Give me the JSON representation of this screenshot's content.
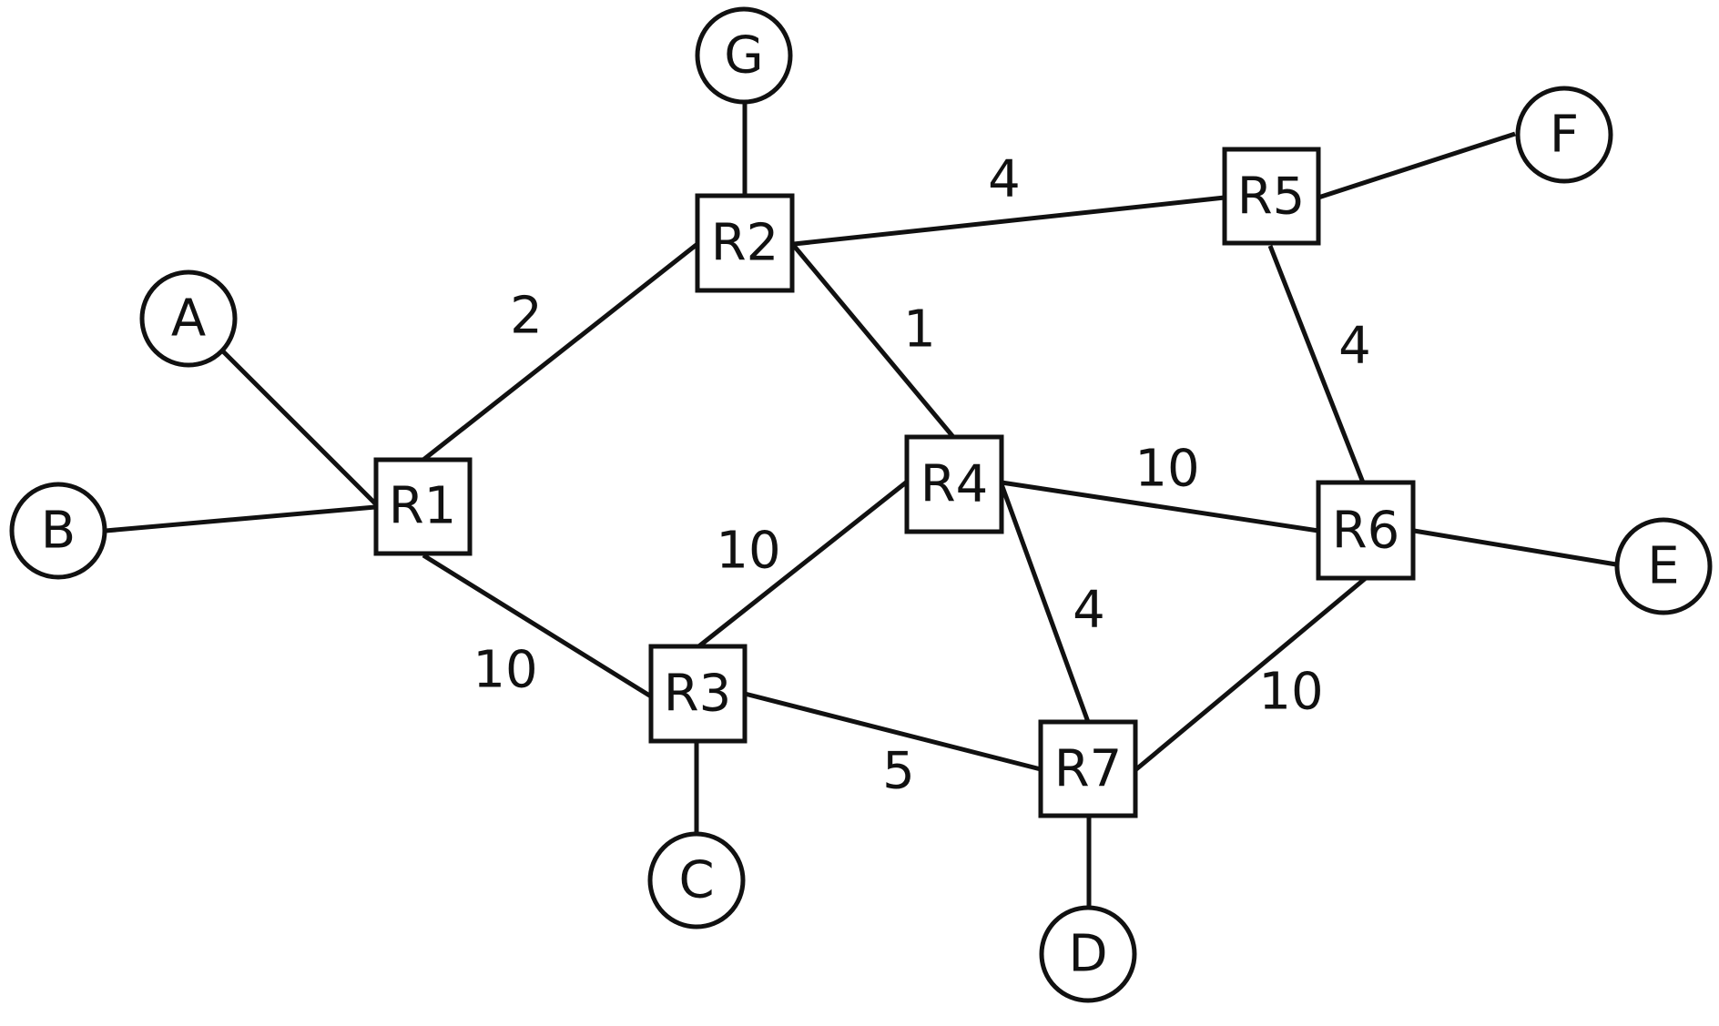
{
  "routers": [
    {
      "id": "R1",
      "label": "R1"
    },
    {
      "id": "R2",
      "label": "R2"
    },
    {
      "id": "R3",
      "label": "R3"
    },
    {
      "id": "R4",
      "label": "R4"
    },
    {
      "id": "R5",
      "label": "R5"
    },
    {
      "id": "R6",
      "label": "R6"
    },
    {
      "id": "R7",
      "label": "R7"
    }
  ],
  "hosts": [
    {
      "id": "A",
      "label": "A"
    },
    {
      "id": "B",
      "label": "B"
    },
    {
      "id": "C",
      "label": "C"
    },
    {
      "id": "D",
      "label": "D"
    },
    {
      "id": "E",
      "label": "E"
    },
    {
      "id": "F",
      "label": "F"
    },
    {
      "id": "G",
      "label": "G"
    }
  ],
  "links": [
    {
      "from": "R1",
      "to": "R2",
      "weight": "2"
    },
    {
      "from": "R1",
      "to": "R3",
      "weight": "10"
    },
    {
      "from": "R2",
      "to": "R4",
      "weight": "1"
    },
    {
      "from": "R2",
      "to": "R5",
      "weight": "4"
    },
    {
      "from": "R3",
      "to": "R4",
      "weight": "10"
    },
    {
      "from": "R3",
      "to": "R7",
      "weight": "5"
    },
    {
      "from": "R4",
      "to": "R6",
      "weight": "10"
    },
    {
      "from": "R4",
      "to": "R7",
      "weight": "4"
    },
    {
      "from": "R5",
      "to": "R6",
      "weight": "4"
    },
    {
      "from": "R6",
      "to": "R7",
      "weight": "10"
    },
    {
      "from": "A",
      "to": "R1"
    },
    {
      "from": "B",
      "to": "R1"
    },
    {
      "from": "G",
      "to": "R2"
    },
    {
      "from": "C",
      "to": "R3"
    },
    {
      "from": "F",
      "to": "R5"
    },
    {
      "from": "E",
      "to": "R6"
    },
    {
      "from": "D",
      "to": "R7"
    }
  ]
}
